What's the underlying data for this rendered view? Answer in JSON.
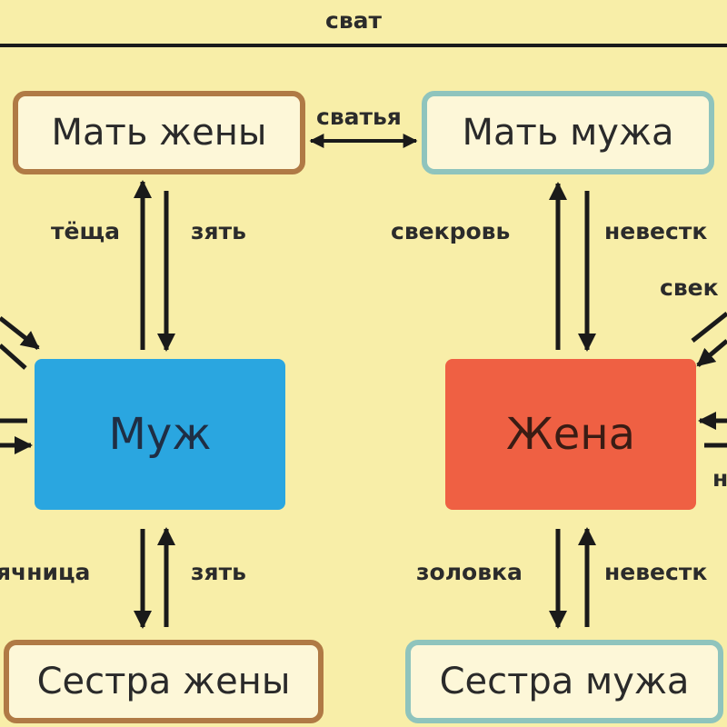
{
  "top_label": "сват",
  "boxes": {
    "wife_mother": "Мать жены",
    "husband_mother": "Мать мужа",
    "husband": "Муж",
    "wife": "Жена",
    "wife_sister": "Сестра жены",
    "husband_sister": "Сестра мужа"
  },
  "relations": {
    "svatya": "сватья",
    "tescha": "тёща",
    "zyat_top": "зять",
    "svekrov": "свекровь",
    "nevestka_top": "невестк",
    "svek_partial": "свек",
    "svoyachnitsa_partial": "ячница",
    "zyat_bottom": "зять",
    "zolovka": "золовка",
    "nevestka_bottom": "невестк",
    "n_partial": "н"
  },
  "colors": {
    "background": "#f8eea8",
    "wife_side_border": "#b07a45",
    "husband_side_border": "#8fc4bd",
    "husband_fill": "#2aa6e0",
    "wife_fill": "#ef6043"
  }
}
